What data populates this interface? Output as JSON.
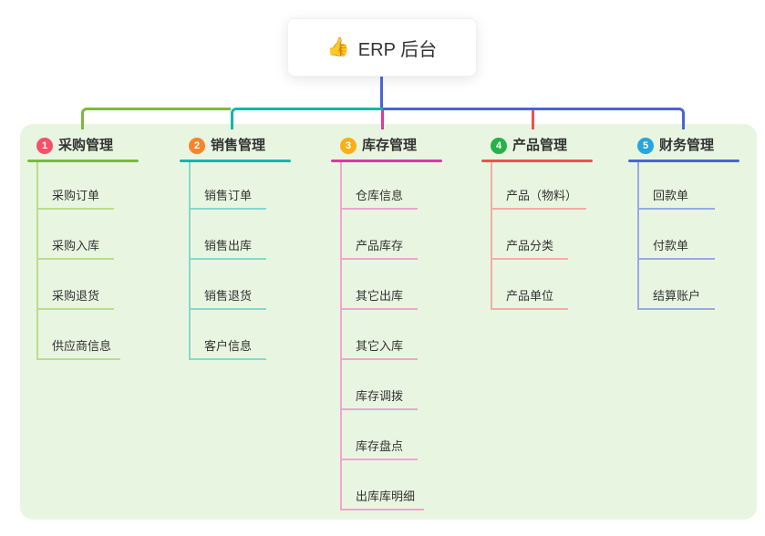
{
  "root": {
    "icon": "👍",
    "label": "ERP 后台"
  },
  "colors": {
    "panel_background": "#e8f6e1",
    "root_line": "#4a63d8"
  },
  "branches": [
    {
      "num": "1",
      "label": "采购管理",
      "badge_color": "#f8506a",
      "line_color": "#7cb93e",
      "light_color": "#b9dd8d",
      "children": [
        "采购订单",
        "采购入库",
        "采购退货",
        "供应商信息"
      ]
    },
    {
      "num": "2",
      "label": "销售管理",
      "badge_color": "#f9842c",
      "line_color": "#14b7a8",
      "light_color": "#85d9cf",
      "children": [
        "销售订单",
        "销售出库",
        "销售退货",
        "客户信息"
      ]
    },
    {
      "num": "3",
      "label": "库存管理",
      "badge_color": "#fbaf14",
      "line_color": "#dd389e",
      "light_color": "#f0a4cf",
      "children": [
        "仓库信息",
        "产品库存",
        "其它出库",
        "其它入库",
        "库存调拨",
        "库存盘点",
        "出库库明细"
      ]
    },
    {
      "num": "4",
      "label": "产品管理",
      "badge_color": "#27b148",
      "line_color": "#f15050",
      "light_color": "#f8aaa4",
      "children": [
        "产品（物料）",
        "产品分类",
        "产品单位"
      ]
    },
    {
      "num": "5",
      "label": "财务管理",
      "badge_color": "#26a6dd",
      "line_color": "#4a63d8",
      "light_color": "#97abe4",
      "children": [
        "回款单",
        "付款单",
        "结算账户"
      ]
    }
  ]
}
